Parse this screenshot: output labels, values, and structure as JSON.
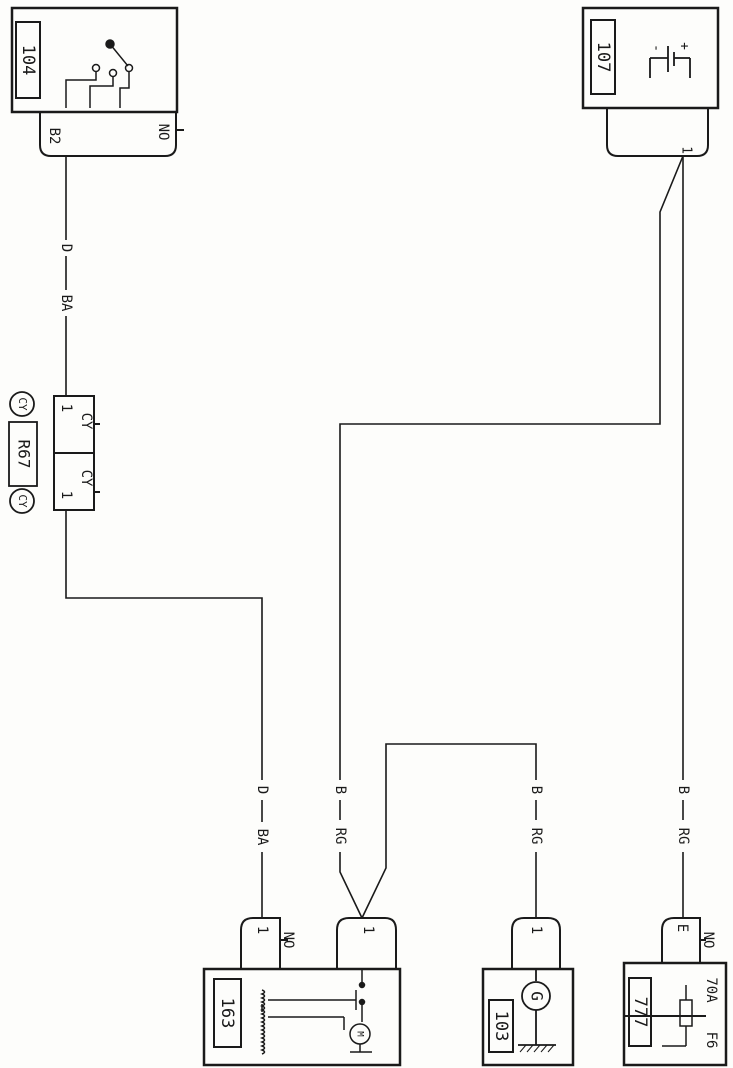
{
  "components": {
    "c104": {
      "id": "104"
    },
    "c107": {
      "id": "107",
      "battery_plus": "+",
      "battery_minus": "-"
    },
    "c163": {
      "id": "163",
      "motor_symbol": "M"
    },
    "c103": {
      "id": "103",
      "generator_symbol": "G"
    },
    "c777": {
      "id": "777",
      "fuse_rating": "70A",
      "fuse_label": "F6"
    },
    "cr67": {
      "id": "R67",
      "circle_left": "CY",
      "circle_right": "CY"
    }
  },
  "connectors": {
    "c104_b2": "B2",
    "c104_no": "NO",
    "c107_pin": "1",
    "r67_left_color": "CY",
    "r67_left_pin": "1",
    "r67_right_color": "CY",
    "r67_right_pin": "1",
    "c163_pin_a": "1",
    "c163_no": "NO",
    "c163_pin_b": "1",
    "c103_pin": "1",
    "c777_pin": "E",
    "c777_no": "NO"
  },
  "wires": {
    "w1_code": "D",
    "w1_color": "BA",
    "w2_code": "D",
    "w2_color": "BA",
    "w3_code": "B",
    "w3_color": "RG",
    "w4_code": "B",
    "w4_color": "RG",
    "w5_code": "B",
    "w5_color": "RG"
  }
}
